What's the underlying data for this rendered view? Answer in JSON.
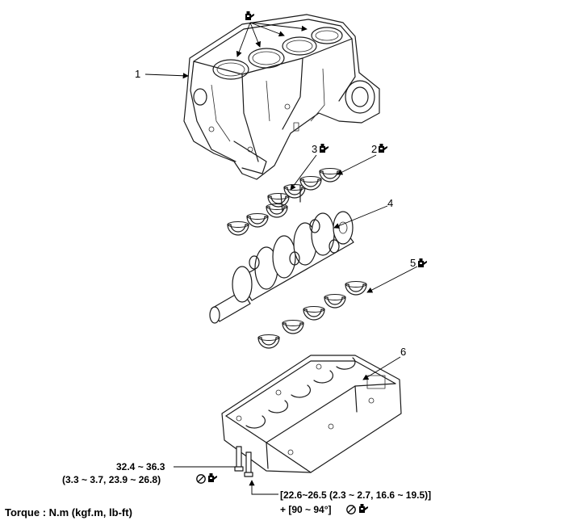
{
  "callouts": {
    "c1": "1",
    "c2": "2",
    "c3": "3",
    "c4": "4",
    "c5": "5",
    "c6": "6"
  },
  "specs": {
    "bolt_a_torque": "32.4 ~ 36.3",
    "bolt_a_torque_alt": "(3.3 ~ 3.7, 23.9 ~ 26.8)",
    "bolt_b_torque": "[22.6~26.5 (2.3 ~ 2.7, 16.6 ~ 19.5)]",
    "bolt_b_angle": "+ [90 ~ 94°]"
  },
  "footer": {
    "torque_units": "Torque : N.m (kgf.m, lb-ft)"
  },
  "icons": {
    "oil": "oil-can-icon",
    "no_reuse": "do-not-reuse-icon"
  }
}
